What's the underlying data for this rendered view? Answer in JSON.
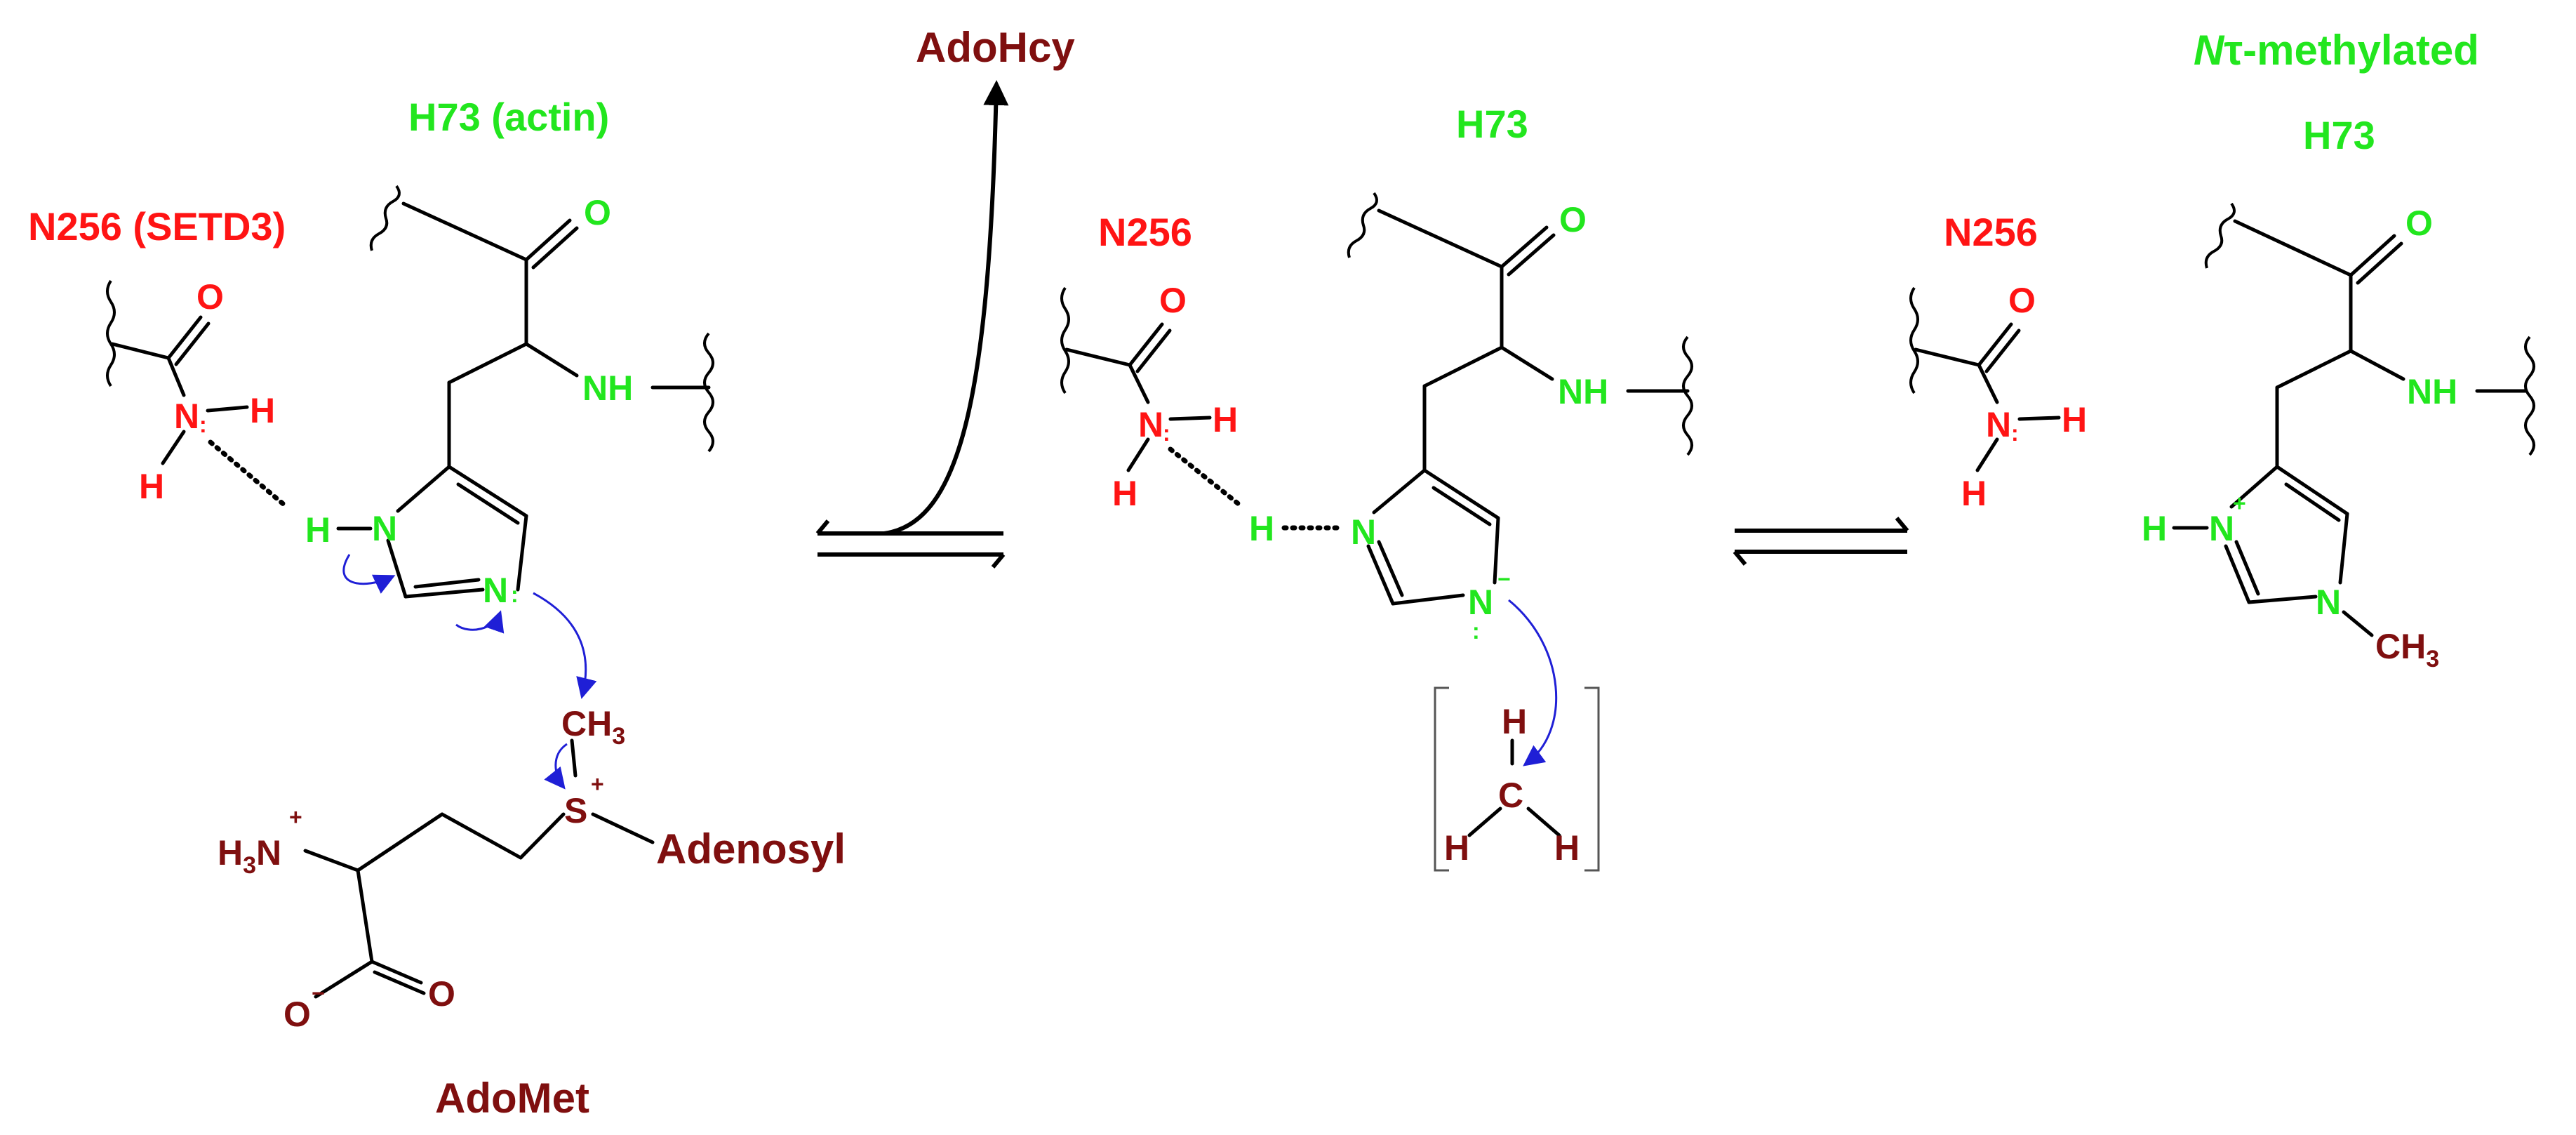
{
  "colors": {
    "setd3": "#ff1414",
    "histidine": "#22e61e",
    "adomet": "#7f0f0f",
    "arrow_electron": "#1f1fd6",
    "bond": "#000000"
  },
  "labels": {
    "adohcy": "AdoHcy",
    "adomet": "AdoMet",
    "adenosyl": "Adenosyl",
    "left_n256": "N256 (SETD3)",
    "left_h73": "H73 (actin)",
    "mid_n256": "N256",
    "mid_h73": "H73",
    "right_n256": "N256",
    "right_h73": "H73",
    "right_title_italic": "N",
    "right_title_rest": "τ-methylated"
  },
  "atoms": {
    "O": "O",
    "N": "N",
    "H": "H",
    "NH": "NH",
    "C": "C",
    "S": "S",
    "CH": "CH",
    "sub3": "3",
    "plus": "+",
    "minus": "−",
    "dots": ":"
  }
}
